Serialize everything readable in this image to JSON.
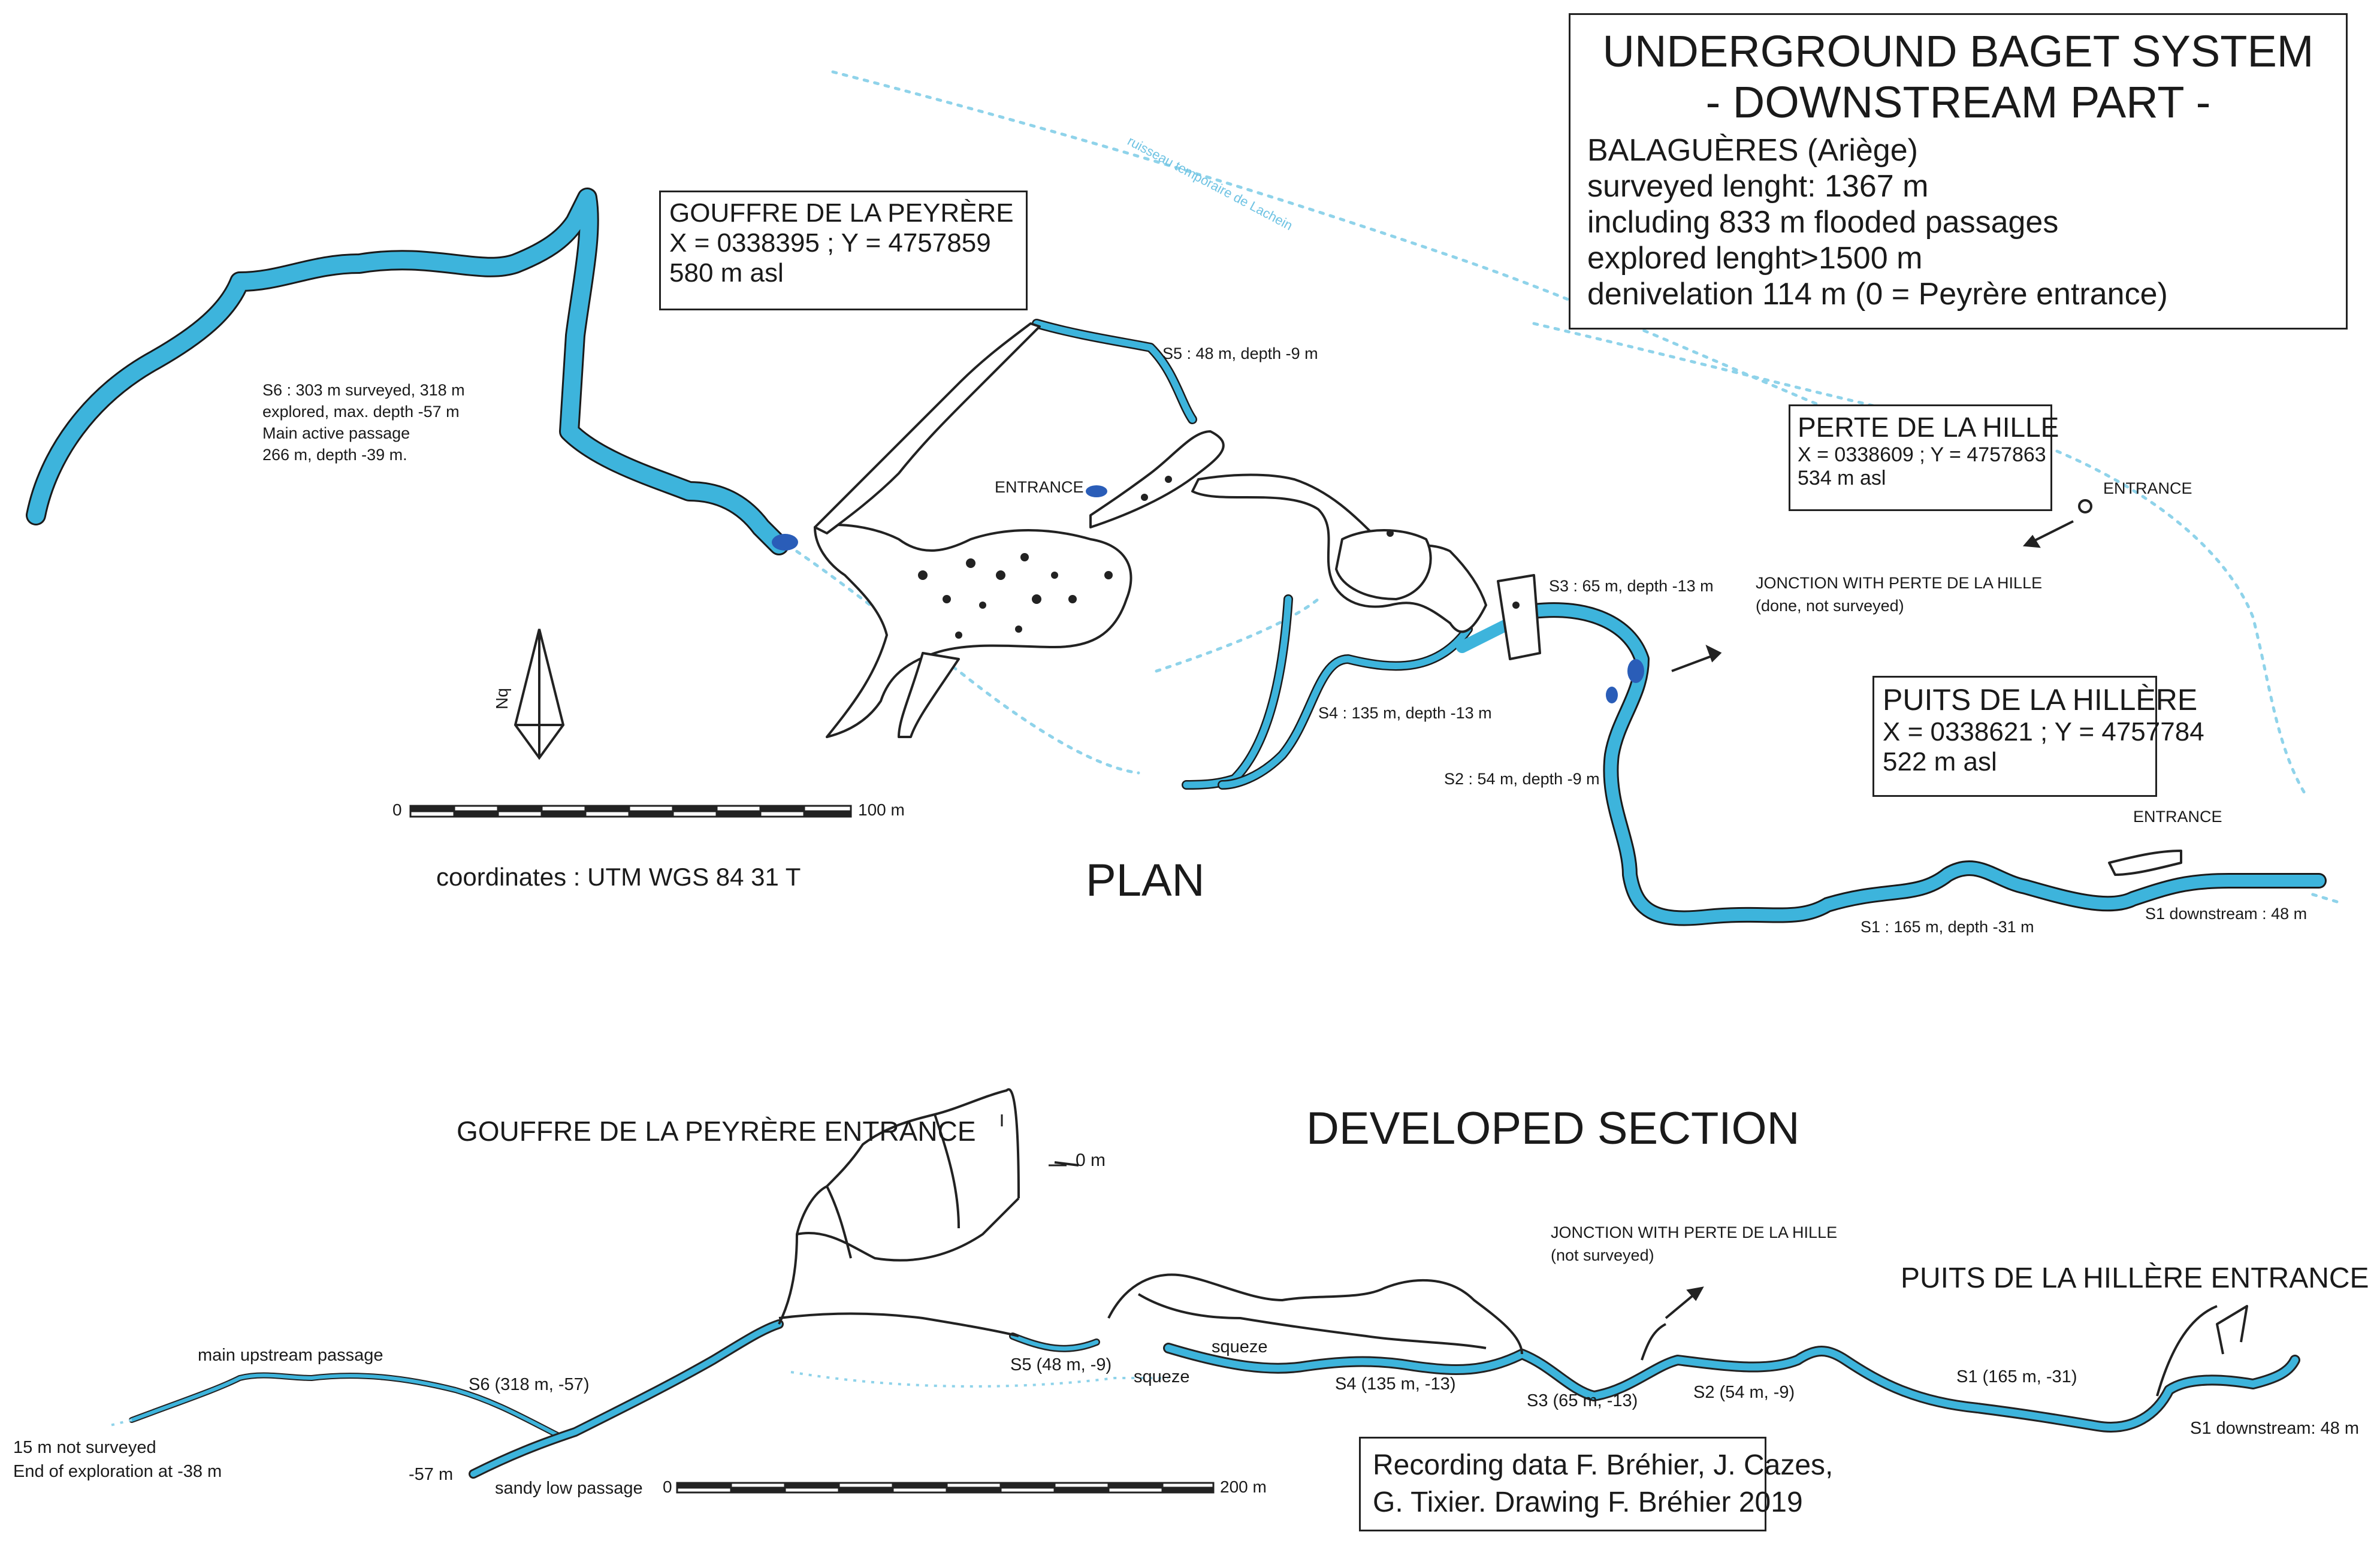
{
  "title_box": {
    "title_line1": "UNDERGROUND BAGET SYSTEM",
    "title_line2": "- DOWNSTREAM PART -",
    "lines": [
      "BALAGUÈRES (Ariège)",
      "surveyed lenght: 1367 m",
      "including  833 m flooded passages",
      "explored lenght>1500 m",
      "denivelation 114 m (0 = Peyrère entrance)"
    ]
  },
  "plan": {
    "heading": "PLAN",
    "coordinates_note": "coordinates : UTM WGS 84 31 T",
    "north_label": "Nq",
    "scale": {
      "start": "0",
      "end": "100 m"
    },
    "gouffre_box": {
      "name": "GOUFFRE DE LA PEYRÈRE",
      "coords": "X = 0338395 ; Y = 4757859",
      "alt": "580 m asl"
    },
    "perte_box": {
      "name": "PERTE  DE LA HILLE",
      "coords": "X = 0338609 ; Y = 4757863",
      "alt": "534 m asl"
    },
    "puits_box": {
      "name": "PUITS DE LA HILLÈRE",
      "coords": "X = 0338621 ; Y = 4757784",
      "alt": "522 m asl"
    },
    "stream_label": "ruisseau temporaire de Lachein",
    "labels": {
      "s6_l1": "S6 : 303 m surveyed, 318 m",
      "s6_l2": "explored, max.  depth -57 m",
      "s6_l3": "Main active passage",
      "s6_l4": "266 m, depth -39 m.",
      "s5": "S5 : 48 m, depth -9 m",
      "entrance_peyrere": "ENTRANCE",
      "entrance_perte": "ENTRANCE",
      "entrance_puits": "ENTRANCE",
      "s3": "S3 : 65 m, depth -13 m",
      "junction_l1": "JONCTION WITH PERTE DE LA HILLE",
      "junction_l2": "(done, not surveyed)",
      "s4": "S4 : 135 m, depth -13 m",
      "s2": "S2 : 54 m, depth -9 m",
      "s1": "S1 : 165 m, depth -31 m",
      "s1_down": "S1 downstream : 48 m"
    }
  },
  "section": {
    "heading": "DEVELOPED SECTION",
    "gouffre_entrance": "GOUFFRE DE LA PEYRÈRE ENTRANCE",
    "puits_entrance": "PUITS DE LA HILLÈRE ENTRANCE",
    "zero": "0 m",
    "junction_l1": "JONCTION WITH PERTE DE LA HILLE",
    "junction_l2": "(not surveyed)",
    "main_upstream": "main upstream passage",
    "not_surveyed_l1": "15 m not surveyed",
    "not_surveyed_l2": "End of exploration at -38 m",
    "s6": "S6 (318 m, -57)",
    "minus57": "-57 m",
    "sandy": "sandy low passage",
    "s5": "S5 (48 m, -9)",
    "squeze1": "squeze",
    "squeze2": "squeze",
    "s4": "S4 (135 m, -13)",
    "s3": "S3 (65 m, -13)",
    "s2": "S2 (54 m, -9)",
    "s1": "S1 (165 m, -31)",
    "s1_down": "S1 downstream: 48 m",
    "scale": {
      "start": "0",
      "end": "200 m"
    }
  },
  "credits": {
    "line1": "Recording data F. Bréhier, J. Cazes,",
    "line2": "G. Tixier. Drawing F. Bréhier 2019"
  },
  "colors": {
    "water": "#3db4dc",
    "water_dark": "#1f7fb0",
    "sump_deep": "#2a5db8",
    "outline": "#222222",
    "stream": "#8fd3ea"
  }
}
